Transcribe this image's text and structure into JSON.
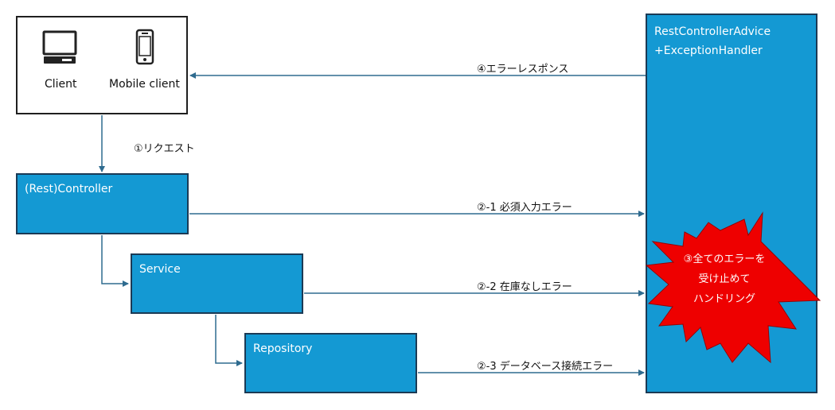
{
  "client": {
    "client_label": "Client",
    "mobile_label": "Mobile client",
    "client_icon": "desktop-computer-icon",
    "mobile_icon": "smartphone-icon"
  },
  "components": {
    "controller": "(Rest)Controller",
    "service": "Service",
    "repository": "Repository",
    "advice_line1": "RestControllerAdvice",
    "advice_line2": "+ExceptionHandler"
  },
  "arrows": {
    "request": "①リクエスト",
    "error_required": "②-1 必須入力エラー",
    "error_stock": "②-2 在庫なしエラー",
    "error_db": "②-3 データベース接続エラー",
    "error_response": "④エラーレスポンス"
  },
  "callout": {
    "line1": "③全てのエラーを",
    "line2": "受け止めて",
    "line3": "ハンドリング"
  },
  "colors": {
    "component_fill": "#1499d3",
    "component_border": "#1b3a55",
    "arrow": "#2e6b8f",
    "burst_fill": "#ee0000"
  }
}
